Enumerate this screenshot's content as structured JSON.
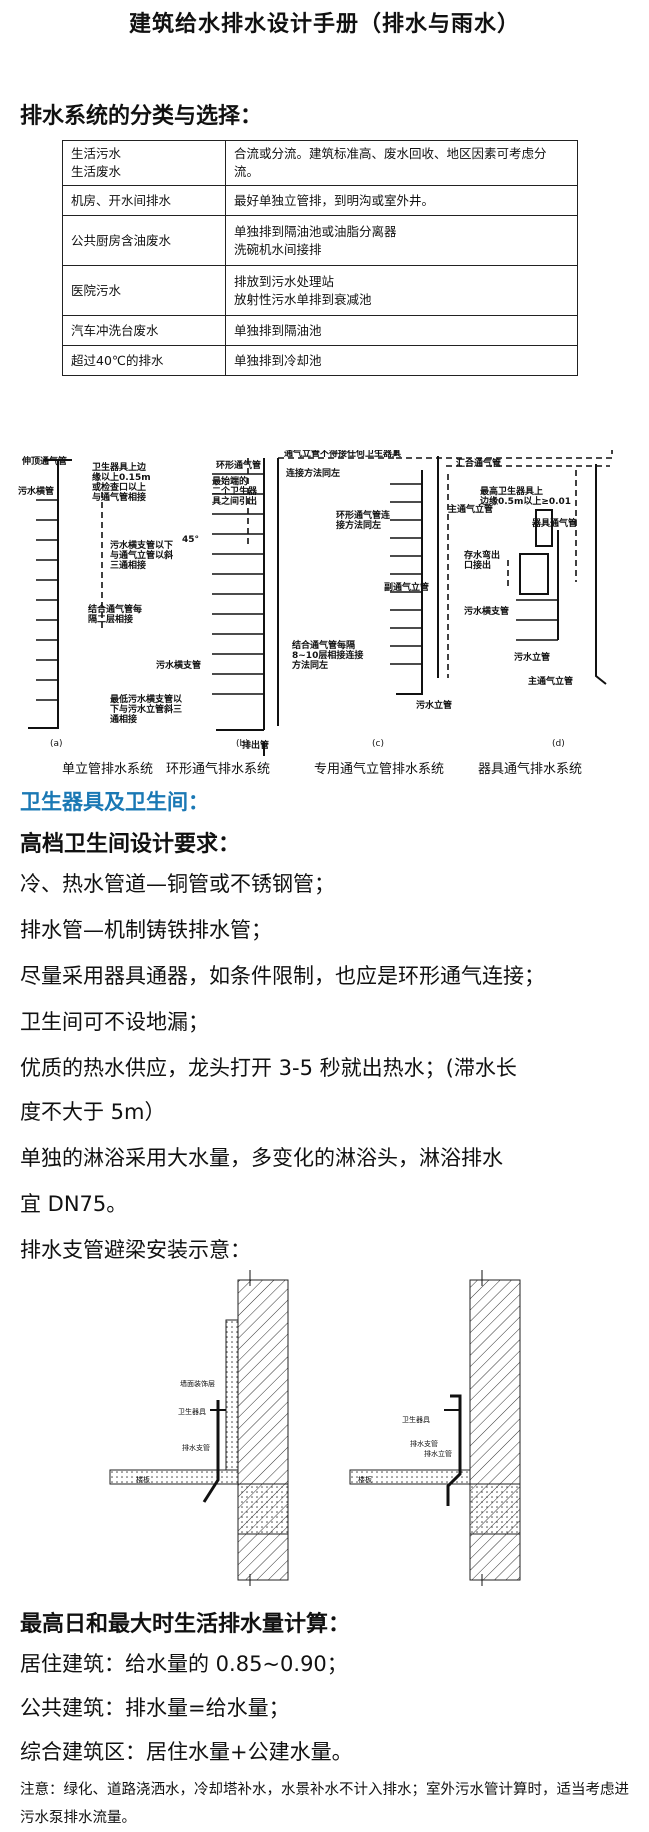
{
  "header": {
    "title": "建筑给水排水设计手册（排水与雨水）"
  },
  "classification": {
    "heading": "排水系统的分类与选择：",
    "rows": [
      {
        "type": "生活污水\n生活废水",
        "method": "合流或分流。建筑标准高、废水回收、地区因素可考虑分流。"
      },
      {
        "type": "机房、开水间排水",
        "method": "最好单独立管排，到明沟或室外井。"
      },
      {
        "type": "公共厨房含油废水",
        "method": "单独排到隔油池或油脂分离器\n洗碗机水间接排"
      },
      {
        "type": "医院污水",
        "method": "排放到污水处理站\n放射性污水单排到衰减池"
      },
      {
        "type": "汽车冲洗台废水",
        "method": "单独排到隔油池"
      },
      {
        "type": "超过40℃的排水",
        "method": "单独排到冷却池"
      }
    ]
  },
  "system_diagram": {
    "captions": [
      "单立管排水系统",
      "环形通气排水系统",
      "专用通气立管排水系统",
      "器具通气排水系统"
    ],
    "sub_labels": [
      "(a)",
      "(b)",
      "(c)",
      "(d)"
    ],
    "labels": {
      "a1": "伸顶通气管",
      "a2": "污水横管",
      "a3": "卫生器具上边",
      "a4": "缘以上0.15m",
      "a5": "或检查口以上",
      "a6": "与通气管相接",
      "a7": "污水横支管以下",
      "a8": "与通气立管以斜",
      "a9": "三通相接",
      "a10": "结合通气管每",
      "a11": "隔二层相接",
      "a12": "最低污水横支管以",
      "a13": "下与污水立管斜三",
      "a14": "通相接",
      "b1": "环形通气管",
      "b2": "连接方法同左",
      "b3": "最始端的",
      "b4": "二个卫生器",
      "b5": "具之间引出",
      "b6": "污水横支管",
      "b7": "结合通气管每隔",
      "b8": "8~10层相接连接",
      "b9": "方法同左",
      "b10": "排出管",
      "c1": "通气立管不得接任何卫生器具",
      "c2": "环形通气管连",
      "c3": "接方法同左",
      "c4": "主通气立管",
      "c5": "副通气立管",
      "c6": "污水立管",
      "d1": "汇合通气管",
      "d2": "最高卫生器具上",
      "d3": "边缘0.5m以上≥0.01",
      "d4": "器具通气管",
      "d5": "存水弯出",
      "d6": "口接出",
      "d7": "污水横支管",
      "d8": "污水立管",
      "d9": "主通气立管",
      "angle": "45°"
    }
  },
  "sanitary": {
    "section_title": "卫生器具及卫生间：",
    "subheading": "高档卫生间设计要求：",
    "lines": [
      "冷、热水管道—铜管或不锈钢管；",
      "排水管—机制铸铁排水管；",
      "尽量采用器具通器，如条件限制，也应是环形通气连接；",
      "卫生间可不设地漏；",
      "优质的热水供应，龙头打开 3-5 秒就出热水；(滞水长",
      "度不大于 5m）",
      "单独的淋浴采用大水量，多变化的淋浴头，淋浴排水",
      "宜 DN75。",
      "排水支管避梁安装示意："
    ],
    "fig_labels": [
      "墙面装饰层",
      "排水支管",
      "卫生器具",
      "楼板",
      "排水立管"
    ]
  },
  "calc": {
    "heading": "最高日和最大时生活排水量计算：",
    "lines": [
      "居住建筑：给水量的 0.85~0.90；",
      "公共建筑：排水量=给水量；",
      "综合建筑区：居住水量+公建水量。"
    ],
    "note": "注意：绿化、道路浇洒水，冷却塔补水，水景补水不计入排水；室外污水管计算时，适当考虑进污水泵排水流量。"
  }
}
